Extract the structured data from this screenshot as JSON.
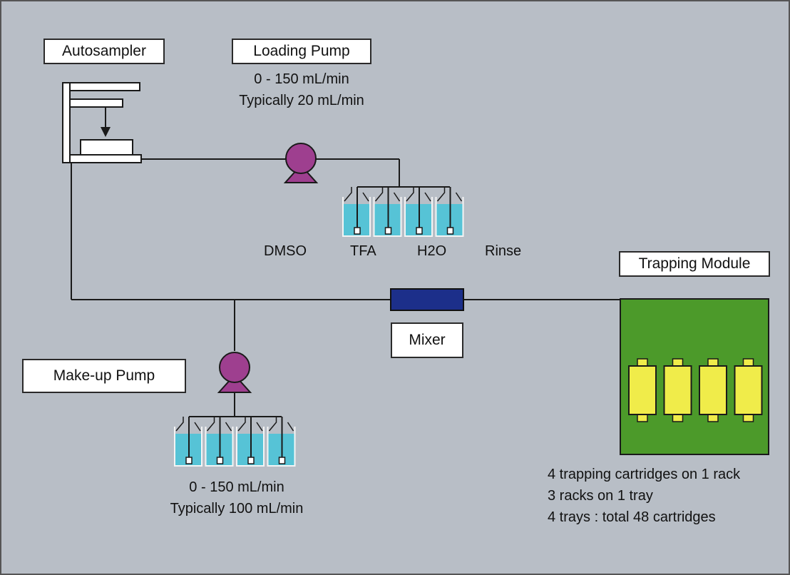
{
  "labels": {
    "autosampler": "Autosampler",
    "loading_pump": "Loading Pump",
    "trapping_module": "Trapping Module",
    "mixer": "Mixer",
    "makeup_pump": "Make-up Pump"
  },
  "loading_pump_info": [
    "0 - 150 mL/min",
    "Typically 20 mL/min"
  ],
  "makeup_pump_info": [
    "0 - 150 mL/min",
    "Typically 100 mL/min"
  ],
  "solvents": [
    "DMSO",
    "TFA",
    "H2O",
    "Rinse"
  ],
  "trapping_info": [
    "4 trapping cartridges on 1 rack",
    "3 racks on 1 tray",
    "4 trays : total 48 cartridges"
  ],
  "colors": {
    "background": "#b8bec6",
    "pump": "#9e3f8f",
    "reservoir_liquid": "#56c3d6",
    "mixer": "#1c2f8a",
    "trapping_module": "#4c9a2a",
    "cartridge": "#f0ec4a"
  }
}
